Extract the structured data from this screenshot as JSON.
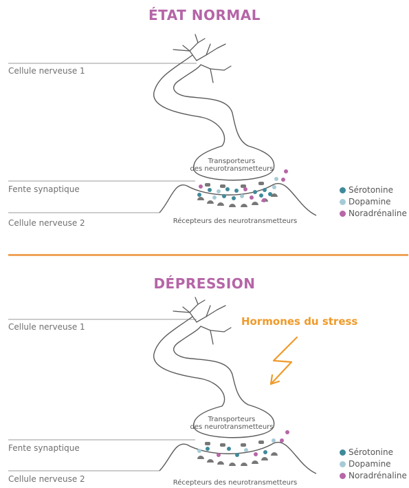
{
  "colors": {
    "title": "#b565a7",
    "serotonin": "#3f8a9a",
    "dopamine": "#a7cbd6",
    "noradrenaline": "#b766a6",
    "receptor": "#777777",
    "divider": "#f0a257",
    "stress": "#ef9a2a",
    "outline": "#5a5a5a",
    "leader": "#9a9a9a"
  },
  "normal": {
    "title": "ÉTAT NORMAL",
    "labels": {
      "cell1": "Cellule nerveuse 1",
      "cleft": "Fente synaptique",
      "cell2": "Cellule nerveuse 2"
    },
    "transporter_line1": "Transporteurs",
    "transporter_line2": "des neurotransmetteurs",
    "receptors": "Récepteurs des neurotransmetteurs",
    "legend": {
      "serotonin": "Sérotonine",
      "dopamine": "Dopamine",
      "noradrenaline": "Noradrénaline"
    }
  },
  "depression": {
    "title": "DÉPRESSION",
    "stress": "Hormones du stress",
    "labels": {
      "cell1": "Cellule nerveuse 1",
      "cleft": "Fente synaptique",
      "cell2": "Cellule nerveuse 2"
    },
    "transporter_line1": "Transporteurs",
    "transporter_line2": "des neurotransmetteurs",
    "receptors": "Récepteurs des neurotransmetteurs",
    "legend": {
      "serotonin": "Sérotonine",
      "dopamine": "Dopamine",
      "noradrenaline": "Noradrénaline"
    }
  }
}
